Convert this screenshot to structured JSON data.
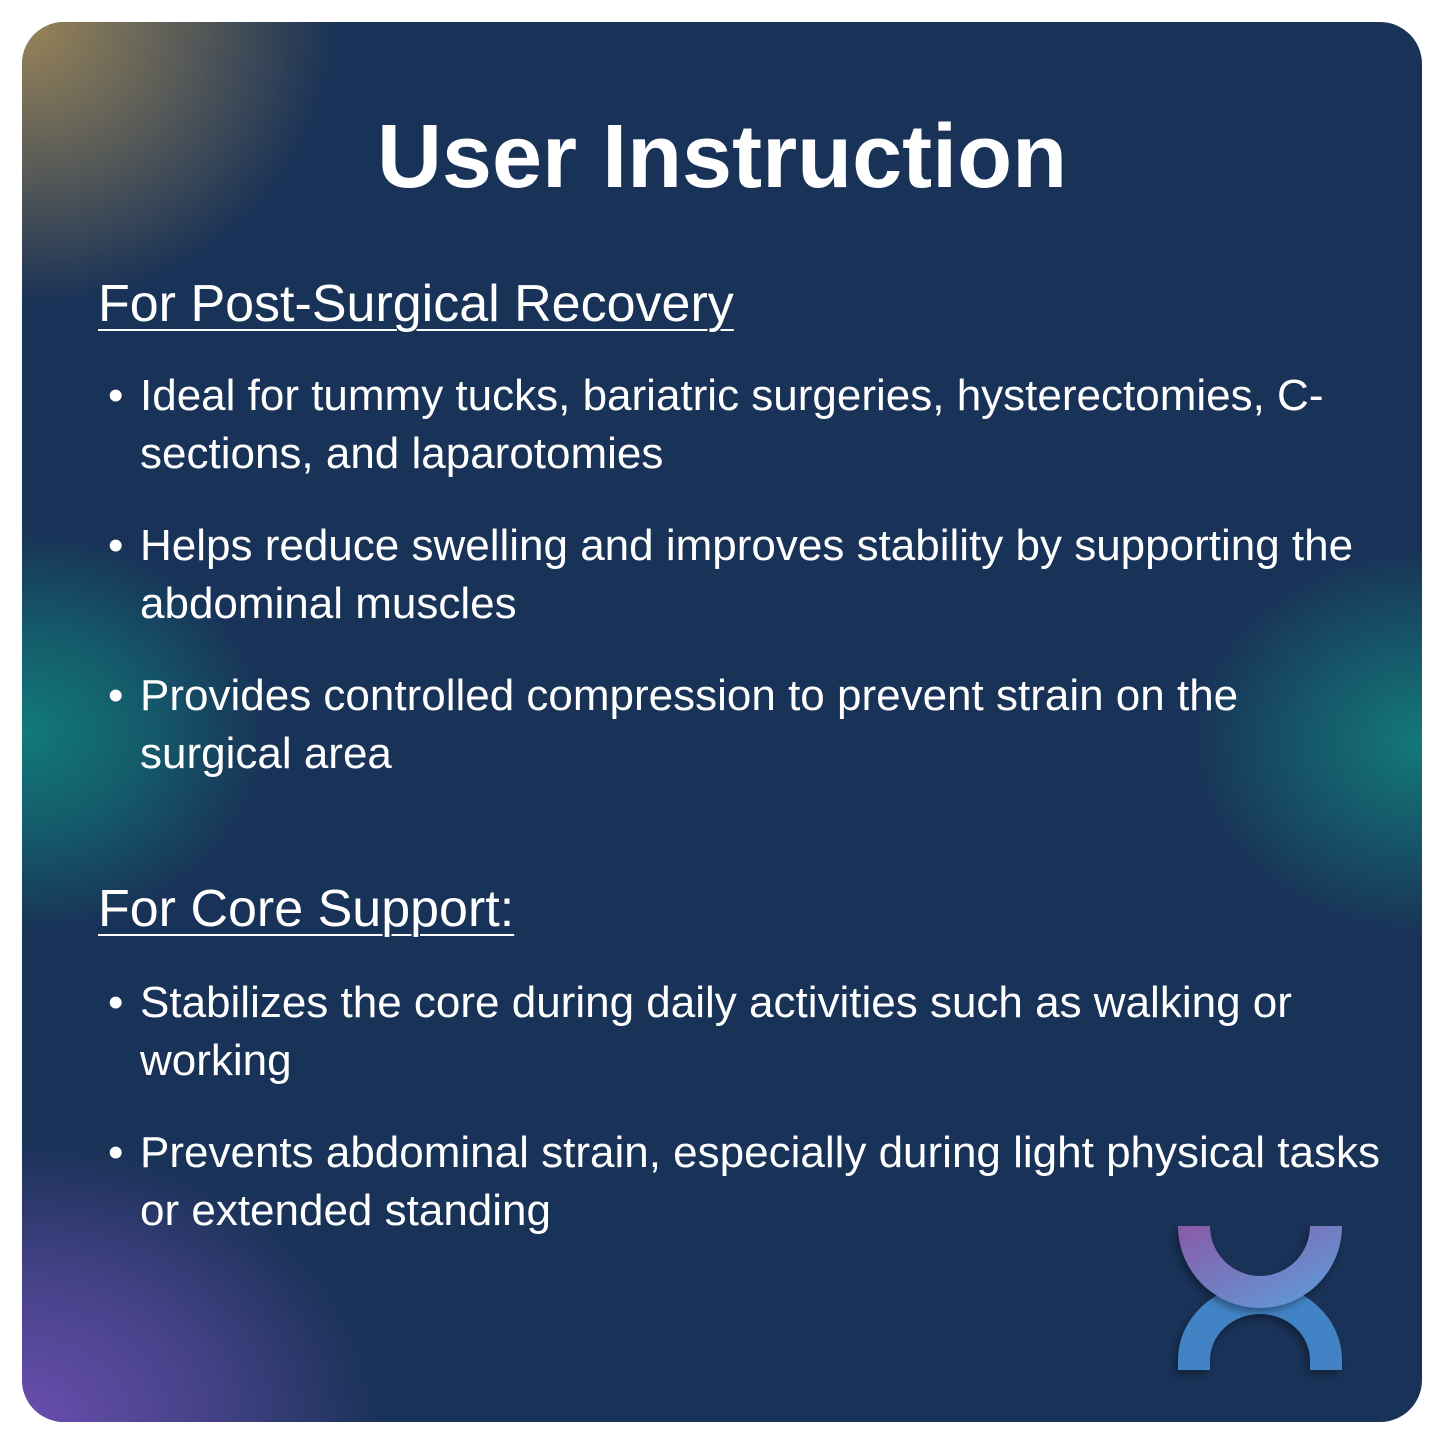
{
  "title": "User Instruction",
  "sections": [
    {
      "heading": "For Post-Surgical Recovery",
      "items": [
        "Ideal for tummy tucks, bariatric surgeries, hysterectomies, C-sections, and laparotomies",
        "Helps reduce swelling and improves stability by supporting the abdominal muscles",
        "Provides controlled compression to prevent strain on the surgical area"
      ]
    },
    {
      "heading": "For Core Support:",
      "items": [
        "Stabilizes the core during daily activities such as walking or working",
        "Prevents abdominal strain, especially during light physical tasks or extended standing"
      ]
    }
  ],
  "bullet": "•",
  "colors": {
    "background": "#193257",
    "text": "#ffffff",
    "logo_blue": "#4283c6",
    "logo_purple": "#8a5fab"
  }
}
